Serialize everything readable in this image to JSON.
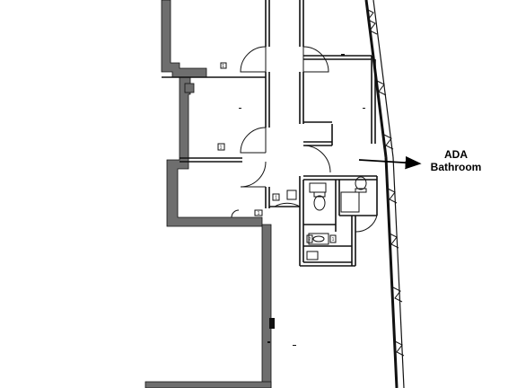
{
  "annotation": {
    "line1": "ADA",
    "line2": "Bathroom"
  },
  "tags": {
    "tag_a": "1",
    "tag_b": "1",
    "tag_c": "1",
    "tag_d": "1",
    "tag_e": "1",
    "tag_f": "2"
  },
  "colors": {
    "wall_fill": "#6e6e6e",
    "line": "#111111",
    "arrow": "#000000"
  }
}
